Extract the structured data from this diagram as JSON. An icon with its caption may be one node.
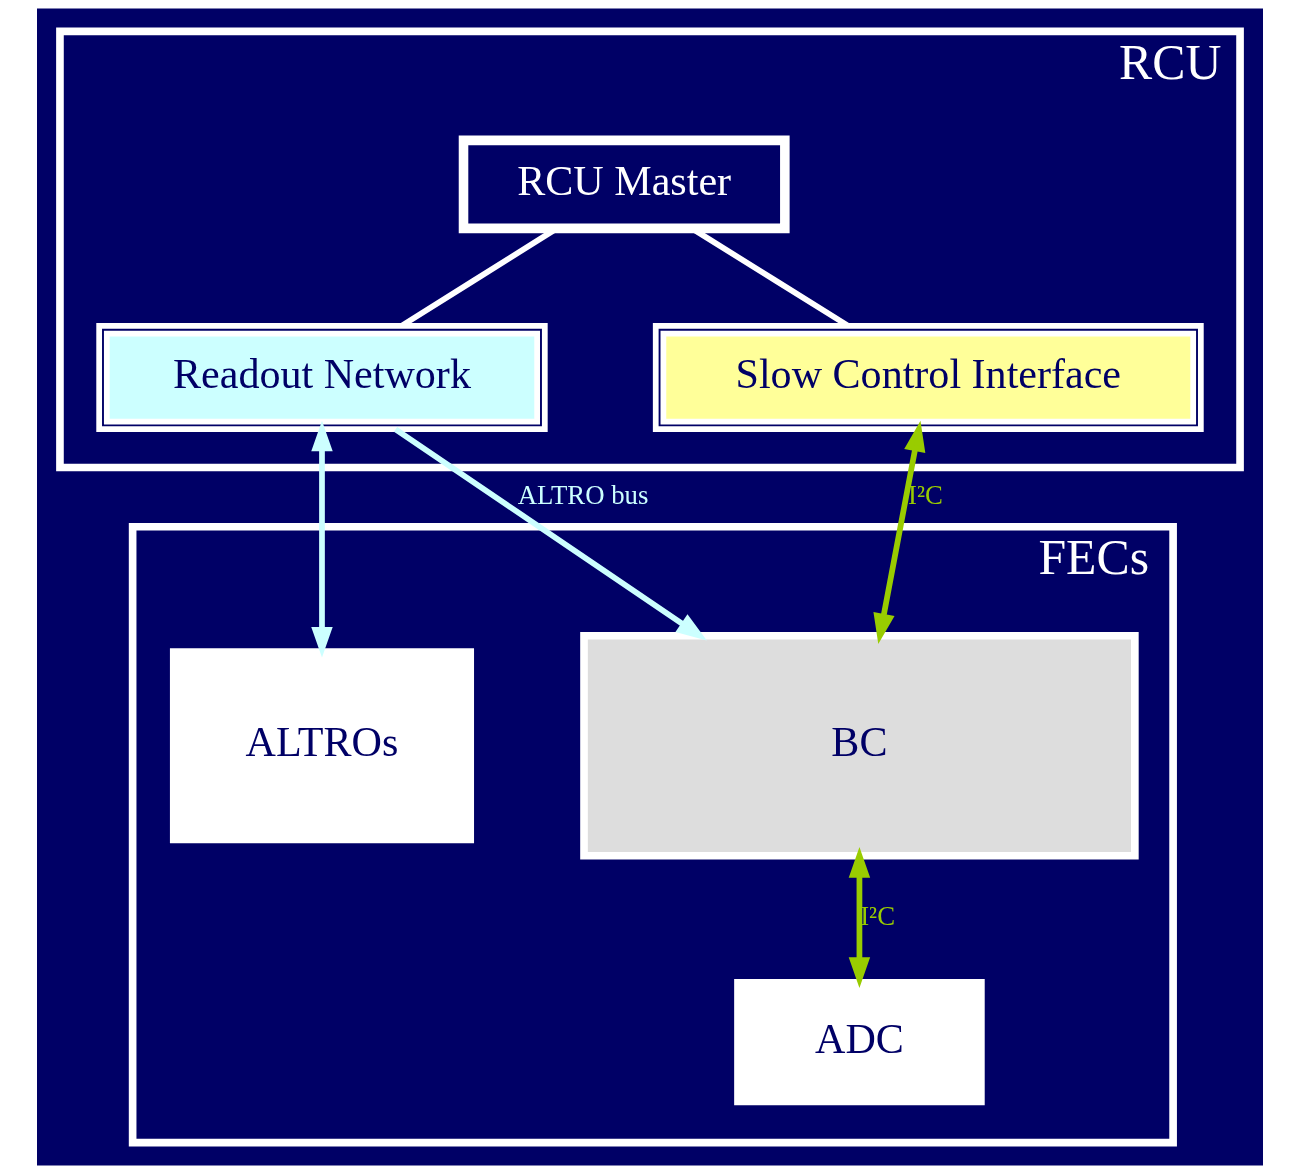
{
  "diagram": {
    "nodes": [
      {
        "text": [
          "RCU"
        ]
      },
      {
        "text": [
          "RCU Master"
        ],
        "in": 0
      },
      {
        "text": [
          "Readout Network"
        ],
        "in": 0
      },
      {
        "text": [
          "Slow Control Interface"
        ],
        "in": 0
      },
      {
        "text": [
          "FECs"
        ]
      },
      {
        "text": [
          "BC"
        ],
        "in": 4
      },
      {
        "text": [
          "ALTROs"
        ],
        "in": 4
      },
      {
        "text": [
          "ADC"
        ],
        "in": 4
      }
    ],
    "edges": [
      {
        "from": 1,
        "to": 2,
        "arrow": "none"
      },
      {
        "from": 1,
        "to": 3,
        "arrow": "none"
      },
      {
        "from": 2,
        "to": 6,
        "arrow": "both",
        "color": "#ccffff"
      },
      {
        "from": 2,
        "to": 5,
        "arrow": "to",
        "label": "ALTRO bus",
        "color": "#ccffff"
      },
      {
        "from": 3,
        "to": 5,
        "arrow": "both",
        "label": "I²C",
        "color": "#99cc00"
      },
      {
        "from": 5,
        "to": 7,
        "arrow": "both",
        "label": "I²C",
        "color": "#99cc00"
      }
    ]
  }
}
